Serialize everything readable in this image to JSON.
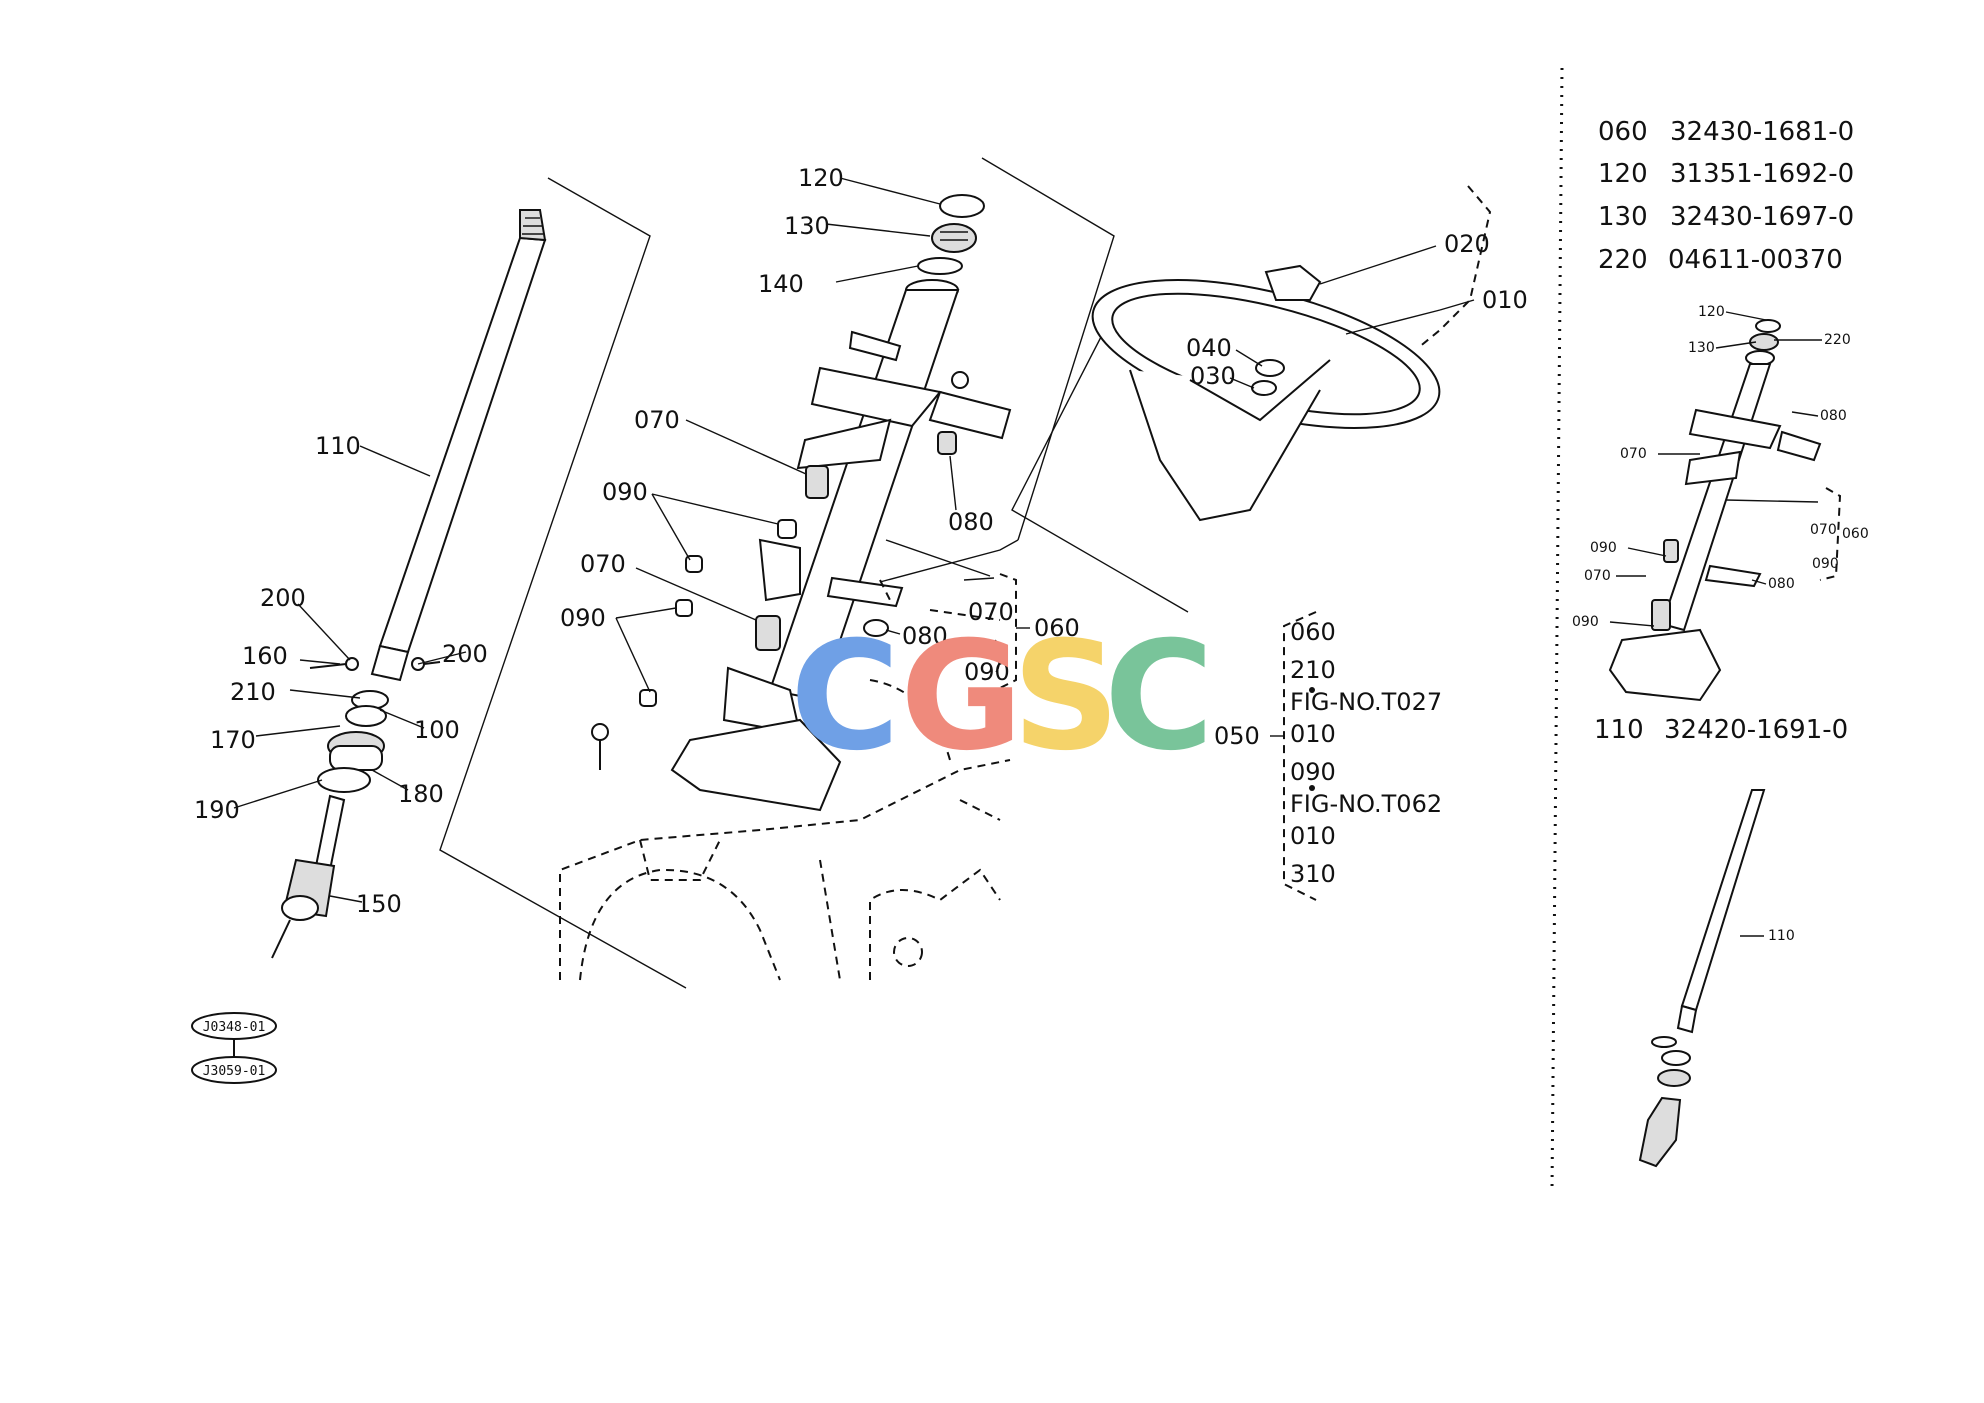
{
  "callouts": {
    "c120": "120",
    "c130": "130",
    "c140": "140",
    "c070a": "070",
    "c070b": "070",
    "c070c": "070",
    "c090a": "090",
    "c090b": "090",
    "c090c": "090",
    "c080a": "080",
    "c080b": "080",
    "c060": "060",
    "c110": "110",
    "c200a": "200",
    "c200b": "200",
    "c160": "160",
    "c210": "210",
    "c170": "170",
    "c100": "100",
    "c190": "190",
    "c180": "180",
    "c150": "150",
    "c020": "020",
    "c010": "010",
    "c040": "040",
    "c030": "030",
    "c050": "050"
  },
  "ref_codes": {
    "ref1": "J0348-01",
    "ref2": "J3059-01"
  },
  "group_050": {
    "items": [
      "060",
      "210",
      "FIG-NO.T027",
      "010",
      "090",
      "FIG-NO.T062",
      "010",
      "310"
    ]
  },
  "parts_table": {
    "rows": [
      {
        "ref": "060",
        "part": "32430-1681-0"
      },
      {
        "ref": "120",
        "part": "31351-1692-0"
      },
      {
        "ref": "130",
        "part": "32430-1697-0"
      },
      {
        "ref": "220",
        "part": "04611-00370"
      }
    ],
    "bottom": {
      "ref": "110",
      "part": "32420-1691-0"
    }
  },
  "inset_callouts": {
    "i120": "120",
    "i130": "130",
    "i220": "220",
    "i080a": "080",
    "i070a": "070",
    "i070b": "070",
    "i060": "060",
    "i090a": "090",
    "i090b": "090",
    "i070c": "070",
    "i080b": "080",
    "i090c": "090",
    "i110": "110"
  },
  "watermark": {
    "letters": [
      "C",
      "G",
      "S",
      "C"
    ],
    "colors": [
      "#6fa0e6",
      "#ef8a7c",
      "#f5d36a",
      "#79c49a"
    ]
  }
}
